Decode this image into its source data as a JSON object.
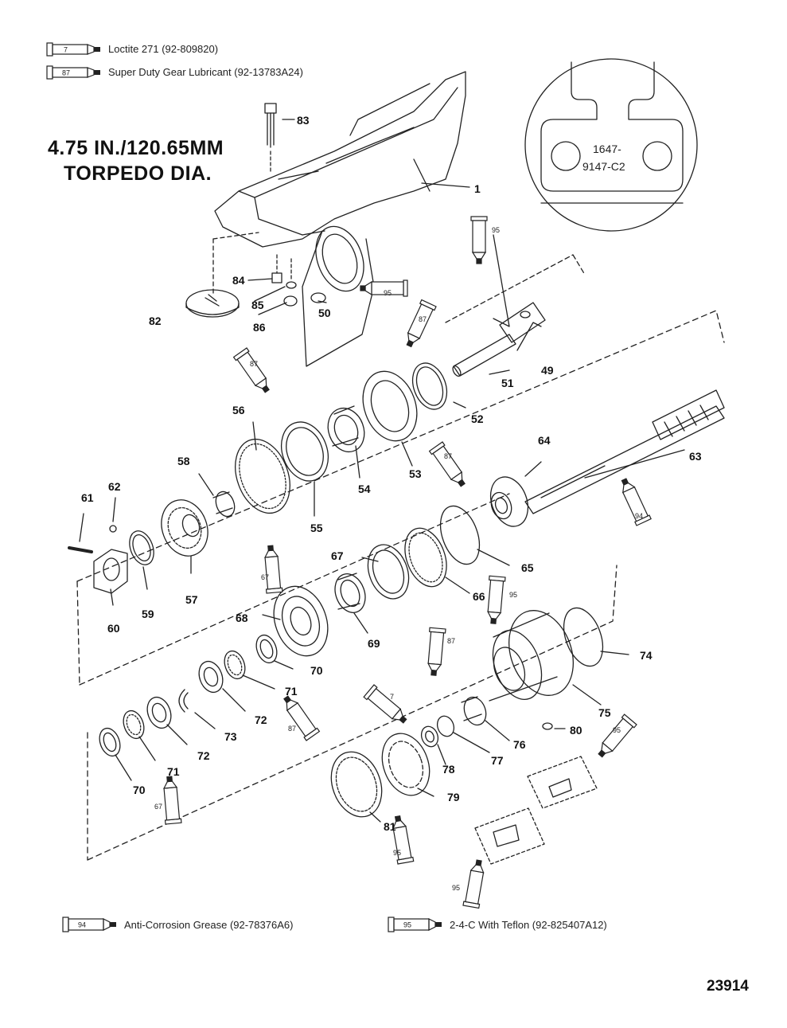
{
  "legend_top": [
    {
      "tube_number": "7",
      "text": "Loctite 271 (92-809820)"
    },
    {
      "tube_number": "87",
      "text": "Super Duty Gear Lubricant (92-13783A24)"
    }
  ],
  "legend_bottom": [
    {
      "tube_number": "94",
      "text": "Anti-Corrosion Grease (92-78376A6)"
    },
    {
      "tube_number": "95",
      "text": "2-4-C  With Teflon (92-825407A12)"
    }
  ],
  "title": {
    "line1": "4.75 IN./120.65MM",
    "line2": "TORPEDO DIA."
  },
  "inset_label": {
    "line1": "1647-",
    "line2": "9147-C2"
  },
  "drawing_number": "23914",
  "callouts": {
    "c1": "1",
    "c49": "49",
    "c50": "50",
    "c51": "51",
    "c52": "52",
    "c53": "53",
    "c54": "54",
    "c55": "55",
    "c56": "56",
    "c57": "57",
    "c58": "58",
    "c59": "59",
    "c60": "60",
    "c61": "61",
    "c62": "62",
    "c63": "63",
    "c64": "64",
    "c65": "65",
    "c66": "66",
    "c67": "67",
    "c68": "68",
    "c69": "69",
    "c70a": "70",
    "c70b": "70",
    "c71a": "71",
    "c71b": "71",
    "c72a": "72",
    "c72b": "72",
    "c73": "73",
    "c74": "74",
    "c75": "75",
    "c76": "76",
    "c77": "77",
    "c78": "78",
    "c79": "79",
    "c80": "80",
    "c81": "81",
    "c82": "82",
    "c83": "83",
    "c84": "84",
    "c85": "85",
    "c86": "86"
  },
  "tubes": {
    "t95a": "95",
    "t96": "95",
    "t87a": "87",
    "t87b": "87",
    "t87c": "87",
    "t94": "94",
    "t67": "67",
    "t95b": "95",
    "t87d": "87",
    "t87e": "87",
    "t7": "7",
    "t95c": "95",
    "t67b": "67",
    "t95d": "95",
    "t95e": "95"
  }
}
